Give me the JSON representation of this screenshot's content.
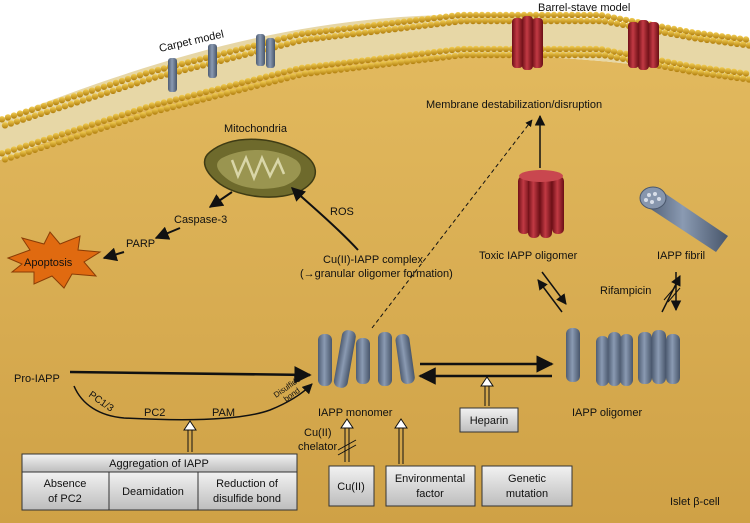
{
  "membrane": {
    "carpet_label": "Carpet model",
    "barrel_label": "Barrel-stave model"
  },
  "labels": {
    "destabilization": "Membrane destabilization/disruption",
    "mitochondria": "Mitochondria",
    "caspase": "Caspase-3",
    "parp": "PARP",
    "apoptosis": "Apoptosis",
    "ros": "ROS",
    "complex_line1": "Cu(II)-IAPP complex",
    "complex_line2": "(→granular oligomer formation)",
    "toxic_oligomer": "Toxic IAPP oligomer",
    "fibril": "IAPP fibril",
    "rifampicin": "Rifampicin",
    "pro_iapp": "Pro-IAPP",
    "pc13": "PC1/3",
    "pc2": "PC2",
    "pam": "PAM",
    "disulfide_line1": "Disulfide",
    "disulfide_line2": "bond",
    "monomer": "IAPP monomer",
    "oligomer": "IAPP oligomer",
    "chelator_line1": "Cu(II)",
    "chelator_line2": "chelator",
    "heparin": "Heparin",
    "cu": "Cu(II)",
    "environmental_line1": "Environmental",
    "environmental_line2": "factor",
    "genetic_line1": "Genetic",
    "genetic_line2": "mutation",
    "islet": "Islet β-cell"
  },
  "aggregation_table": {
    "header": "Aggregation of IAPP",
    "cells": [
      {
        "line1": "Absence",
        "line2": "of PC2"
      },
      {
        "line1": "Deamidation",
        "line2": ""
      },
      {
        "line1": "Reduction of",
        "line2": "disulfide bond"
      }
    ]
  },
  "colors": {
    "cytoplasm": "#d9ac4e",
    "lipid_head": "#d4a017",
    "cylinder_gray": "#6f8099",
    "toxic_red": "#a3202a",
    "apoptosis_orange": "#e06a10",
    "mitochondria_olive": "#6e6a2c"
  }
}
